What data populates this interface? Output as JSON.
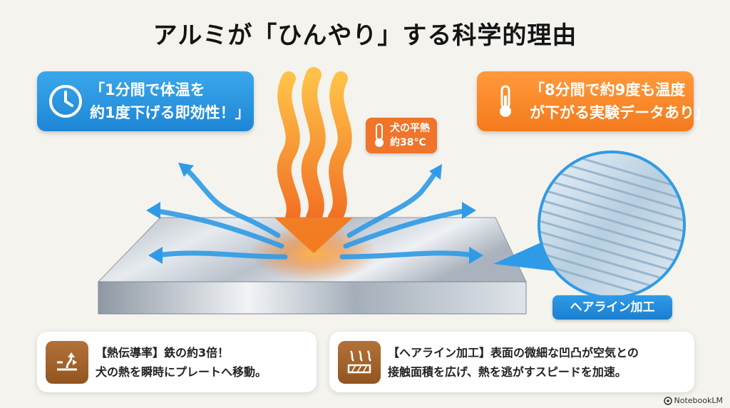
{
  "title": "アルミが「ひんやり」する科学的理由",
  "callout_left": {
    "icon": "clock-icon",
    "line1": "「1分間で体温を",
    "line2": "約1度下げる即効性！」",
    "color": "#2a97e2"
  },
  "callout_right": {
    "icon": "thermometer-icon",
    "line1": "「8分間で約9度も温度",
    "line2": "が下がる実験データあり」",
    "color": "#f5882a"
  },
  "temp_tag": {
    "icon": "thermometer-icon",
    "line1": "犬の平熱",
    "line2": "約38°C"
  },
  "hairline_label": "ヘアライン加工",
  "card_left": {
    "icon": "heat-transfer-icon",
    "line1": "【熱伝導率】鉄の約3倍！",
    "line2": "犬の熱を瞬時にプレートへ移動。"
  },
  "card_right": {
    "icon": "surface-airflow-icon",
    "line1": "【ヘアライン加工】表面の微細な凹凸が空気との",
    "line2": "接触面積を広げ、熱を逃がすスピードを加速。"
  },
  "brand": "NotebookLM",
  "colors": {
    "heat": "#f47a1c",
    "cool": "#2a97e2",
    "badge": "#a0632b",
    "background": "#f4f3ee"
  }
}
